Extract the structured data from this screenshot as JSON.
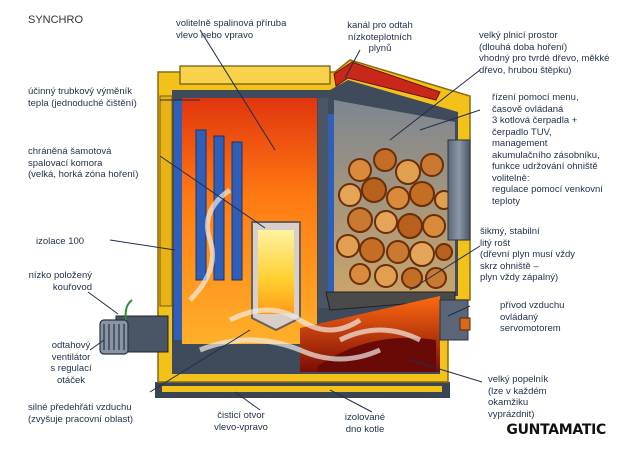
{
  "title": "SYNCHRO",
  "brand": "GUNTAMATIC",
  "labels": {
    "flue_flange": "volitelně spalinová příruba\nvlevo nebo vpravo",
    "gas_channel": "kanál pro odtah\nnízkoteplotních\nplynů",
    "fill_space": "velký plnicí prostor\n(dlouhá doba hoření)\nvhodný pro tvrdé dřevo, měkké\ndřevo, hrubou štěpku)",
    "heat_exchanger": "účinný trubkový výměník\ntepla (jednoduché čištění)",
    "combustion_chamber": "chráněná šamotová\nspalovací komora\n(velká, horká zóna hoření)",
    "control": "řízení pomocí menu,\nčasově ovládaná\n3 kotlová čerpadla +\nčerpadlo TUV,\nmanagement\nakumulačního zásobníku,\nfunkce udržování ohniště\nvolitelně:\nregulace pomocí venkovní\nteploty",
    "insulation": "izolace 100",
    "grate": "šikmý, stabilní\nlitý rošt\n(dřevní plyn musí vždy\nskrz ohniště –\nplyn vždy zápalný)",
    "flue_low": "nízko položený\nkouřovod",
    "air_supply": "přívod vzduchu\novládaný\nservomotorem",
    "fan": "odtahový\nventilátor\ns regulací otáček",
    "ash_pan": "velký popelník\n(lze v každém\nokamžiku\nvyprázdnit)",
    "preheat": "silné předehřátí vzduchu\n(zvyšuje pracovní oblast)",
    "cleaning": "čisticí otvor\nvlevo-vpravo",
    "insulated_bottom": "izolované\ndno kotle"
  },
  "colors": {
    "outer_shell": "#f2c21a",
    "inner_metal": "#3f4b5a",
    "fire_orange": "#ff7a12",
    "fire_yellow": "#ffd23a",
    "pipe_blue": "#2f5fb8",
    "wood": "#a8501a",
    "ash_red": "#b0160f"
  }
}
